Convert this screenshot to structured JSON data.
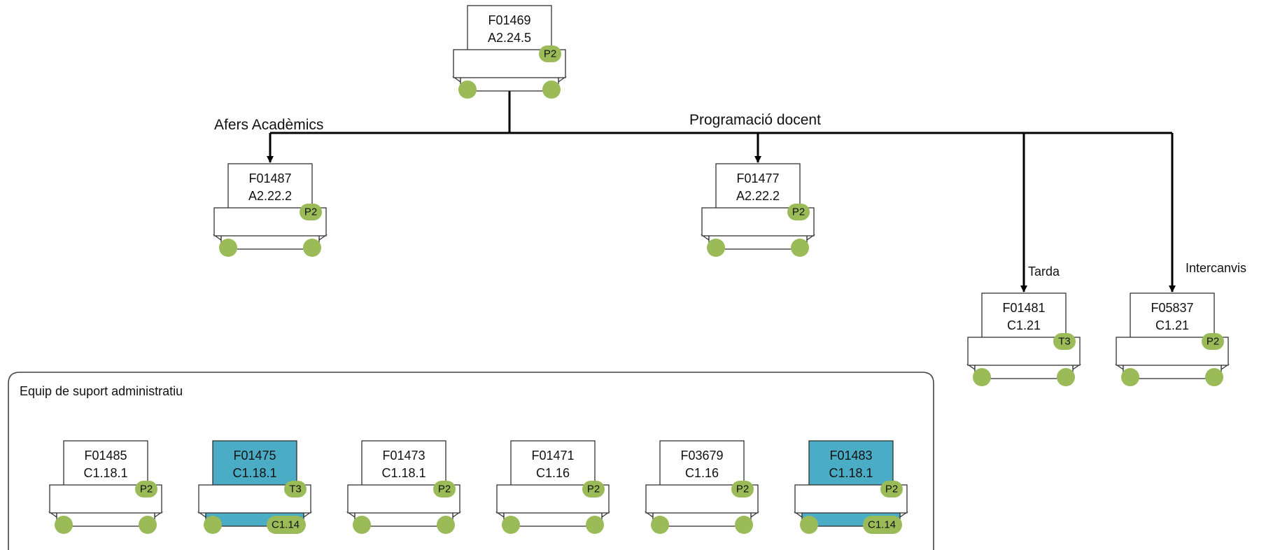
{
  "colors": {
    "line": "#000000",
    "green": "#9bbb59",
    "blue": "#4bacc6",
    "box_border": "#333333",
    "box_fill": "#ffffff"
  },
  "branch_labels": {
    "afers": "Afers Acadèmics",
    "programacio": "Programació docent",
    "tarda": "Tarda",
    "intercanvis": "Intercanvis"
  },
  "group": {
    "label": "Equip de suport administratiu"
  },
  "nodes": [
    {
      "id": "f01469",
      "code": "F01469",
      "level": "A2.24.5",
      "badge": "P2",
      "highlight": false,
      "extra_badge": ""
    },
    {
      "id": "f01487",
      "code": "F01487",
      "level": "A2.22.2",
      "badge": "P2",
      "highlight": false,
      "extra_badge": ""
    },
    {
      "id": "f01477",
      "code": "F01477",
      "level": "A2.22.2",
      "badge": "P2",
      "highlight": false,
      "extra_badge": ""
    },
    {
      "id": "f01481",
      "code": "F01481",
      "level": "C1.21",
      "badge": "T3",
      "highlight": false,
      "extra_badge": ""
    },
    {
      "id": "f05837",
      "code": "F05837",
      "level": "C1.21",
      "badge": "P2",
      "highlight": false,
      "extra_badge": ""
    },
    {
      "id": "f01485",
      "code": "F01485",
      "level": "C1.18.1",
      "badge": "P2",
      "highlight": false,
      "extra_badge": ""
    },
    {
      "id": "f01475",
      "code": "F01475",
      "level": "C1.18.1",
      "badge": "T3",
      "highlight": true,
      "extra_badge": "C1.14"
    },
    {
      "id": "f01473",
      "code": "F01473",
      "level": "C1.18.1",
      "badge": "P2",
      "highlight": false,
      "extra_badge": ""
    },
    {
      "id": "f01471",
      "code": "F01471",
      "level": "C1.16",
      "badge": "P2",
      "highlight": false,
      "extra_badge": ""
    },
    {
      "id": "f03679",
      "code": "F03679",
      "level": "C1.16",
      "badge": "P2",
      "highlight": false,
      "extra_badge": ""
    },
    {
      "id": "f01483",
      "code": "F01483",
      "level": "C1.18.1",
      "badge": "P2",
      "highlight": true,
      "extra_badge": "C1.14"
    }
  ]
}
